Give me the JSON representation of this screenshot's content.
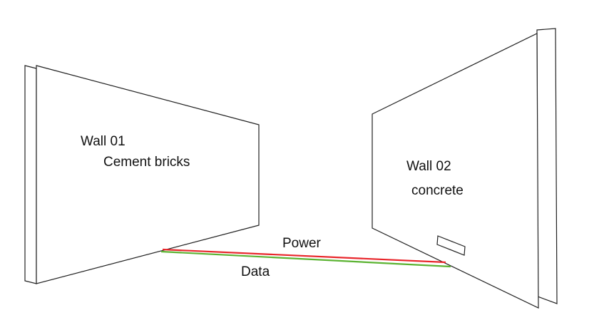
{
  "walls": [
    {
      "name": "Wall 01",
      "material": "Cement bricks"
    },
    {
      "name": "Wall 02",
      "material": "concrete"
    }
  ],
  "cables": [
    {
      "label": "Power",
      "color": "#e8262b"
    },
    {
      "label": "Data",
      "color": "#5bb332"
    }
  ],
  "colors": {
    "outline": "#222222",
    "background": "#ffffff"
  }
}
